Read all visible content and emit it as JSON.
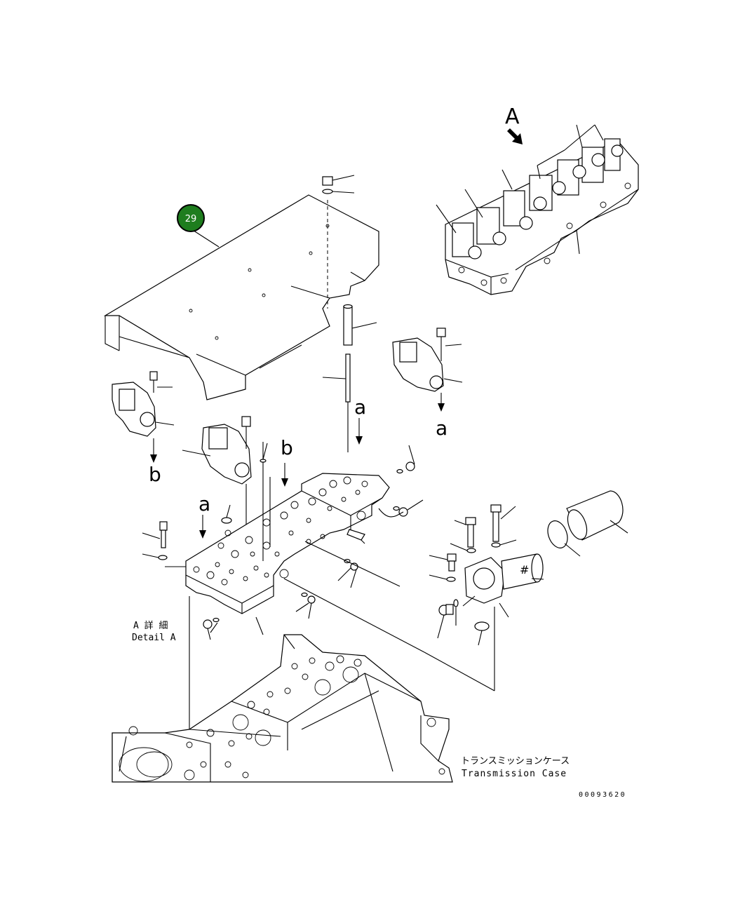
{
  "callout": {
    "number": "29",
    "color": "#1e7d1e"
  },
  "view_label": "A",
  "letters": {
    "a": "a",
    "b": "b"
  },
  "detail_label": {
    "jp": "A 詳 細",
    "en": "Detail A"
  },
  "case_label": {
    "jp": "トランスミッションケース",
    "en": "Transmission Case"
  },
  "drawing_number": "00093620"
}
